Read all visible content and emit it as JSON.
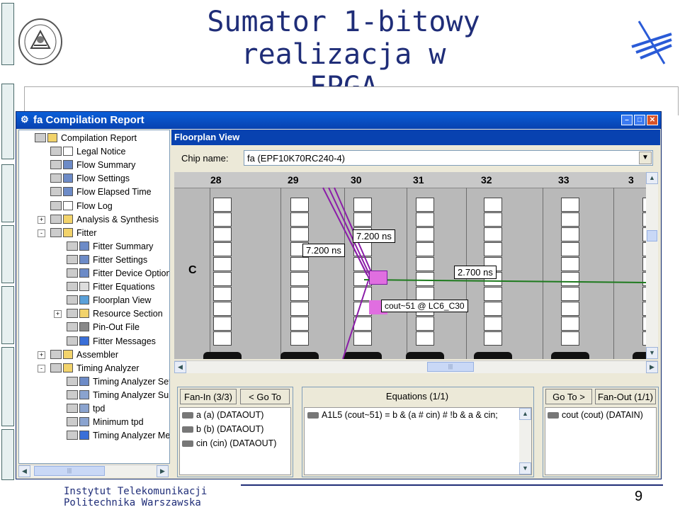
{
  "slide": {
    "title_line1": "Sumator 1-bitowy",
    "title_line2": "realizacja w FPGA",
    "institute_line1": "Instytut Telekomunikacji",
    "institute_line2": "Politechnika Warszawska",
    "page_number": "9"
  },
  "window": {
    "title": "fa Compilation Report",
    "tree": [
      {
        "label": "Compilation Report",
        "level": 0,
        "icon": "folder-icon",
        "expander": ""
      },
      {
        "label": "Legal Notice",
        "level": 1,
        "icon": "document-icon",
        "expander": ""
      },
      {
        "label": "Flow Summary",
        "level": 1,
        "icon": "table-icon",
        "expander": ""
      },
      {
        "label": "Flow Settings",
        "level": 1,
        "icon": "table-icon",
        "expander": ""
      },
      {
        "label": "Flow Elapsed Time",
        "level": 1,
        "icon": "table-icon",
        "expander": ""
      },
      {
        "label": "Flow Log",
        "level": 1,
        "icon": "document-icon",
        "expander": ""
      },
      {
        "label": "Analysis & Synthesis",
        "level": 1,
        "icon": "folder-icon",
        "expander": "+"
      },
      {
        "label": "Fitter",
        "level": 1,
        "icon": "folder-icon",
        "expander": "-"
      },
      {
        "label": "Fitter Summary",
        "level": 2,
        "icon": "table-icon",
        "expander": ""
      },
      {
        "label": "Fitter Settings",
        "level": 2,
        "icon": "table-icon",
        "expander": ""
      },
      {
        "label": "Fitter Device Options",
        "level": 2,
        "icon": "table-icon",
        "expander": ""
      },
      {
        "label": "Fitter Equations",
        "level": 2,
        "icon": "equation-icon",
        "expander": ""
      },
      {
        "label": "Floorplan View",
        "level": 2,
        "icon": "floorplan-icon",
        "expander": ""
      },
      {
        "label": "Resource Section",
        "level": 2,
        "icon": "folder-icon",
        "expander": "+"
      },
      {
        "label": "Pin-Out File",
        "level": 2,
        "icon": "pin-icon",
        "expander": ""
      },
      {
        "label": "Fitter Messages",
        "level": 2,
        "icon": "info-icon",
        "expander": ""
      },
      {
        "label": "Assembler",
        "level": 1,
        "icon": "folder-icon",
        "expander": "+"
      },
      {
        "label": "Timing Analyzer",
        "level": 1,
        "icon": "folder-icon",
        "expander": "-"
      },
      {
        "label": "Timing Analyzer Setti",
        "level": 2,
        "icon": "table-icon",
        "expander": ""
      },
      {
        "label": "Timing Analyzer Sumr",
        "level": 2,
        "icon": "chart-icon",
        "expander": ""
      },
      {
        "label": "tpd",
        "level": 2,
        "icon": "chart-icon",
        "expander": ""
      },
      {
        "label": "Minimum tpd",
        "level": 2,
        "icon": "chart-icon",
        "expander": ""
      },
      {
        "label": "Timing Analyzer Mess",
        "level": 2,
        "icon": "info-icon",
        "expander": ""
      }
    ],
    "floorplan": {
      "title": "Floorplan View",
      "chip_label": "Chip name:",
      "chip_value": "fa (EPF10K70RC240-4)",
      "columns": [
        "28",
        "29",
        "30",
        "31",
        "32",
        "33",
        "3"
      ],
      "row_label": "C",
      "delay_1": "7.200 ns",
      "delay_2": "7.200 ns",
      "delay_3": "2.700 ns",
      "cell_tooltip": "cout~51 @ LC6_C30"
    },
    "fanin": {
      "title": "Fan-In (3/3)",
      "goto_label": "< Go To",
      "items": [
        "a (a) (DATAOUT)",
        "b (b) (DATAOUT)",
        "cin (cin) (DATAOUT)"
      ]
    },
    "equations": {
      "title": "Equations (1/1)",
      "text": "A1L5 (cout~51) = b & (a # cin) # !b & a & cin;"
    },
    "fanout": {
      "goto_label": "Go To >",
      "title": "Fan-Out (1/1)",
      "items": [
        "cout (cout) (DATAIN)"
      ]
    }
  }
}
